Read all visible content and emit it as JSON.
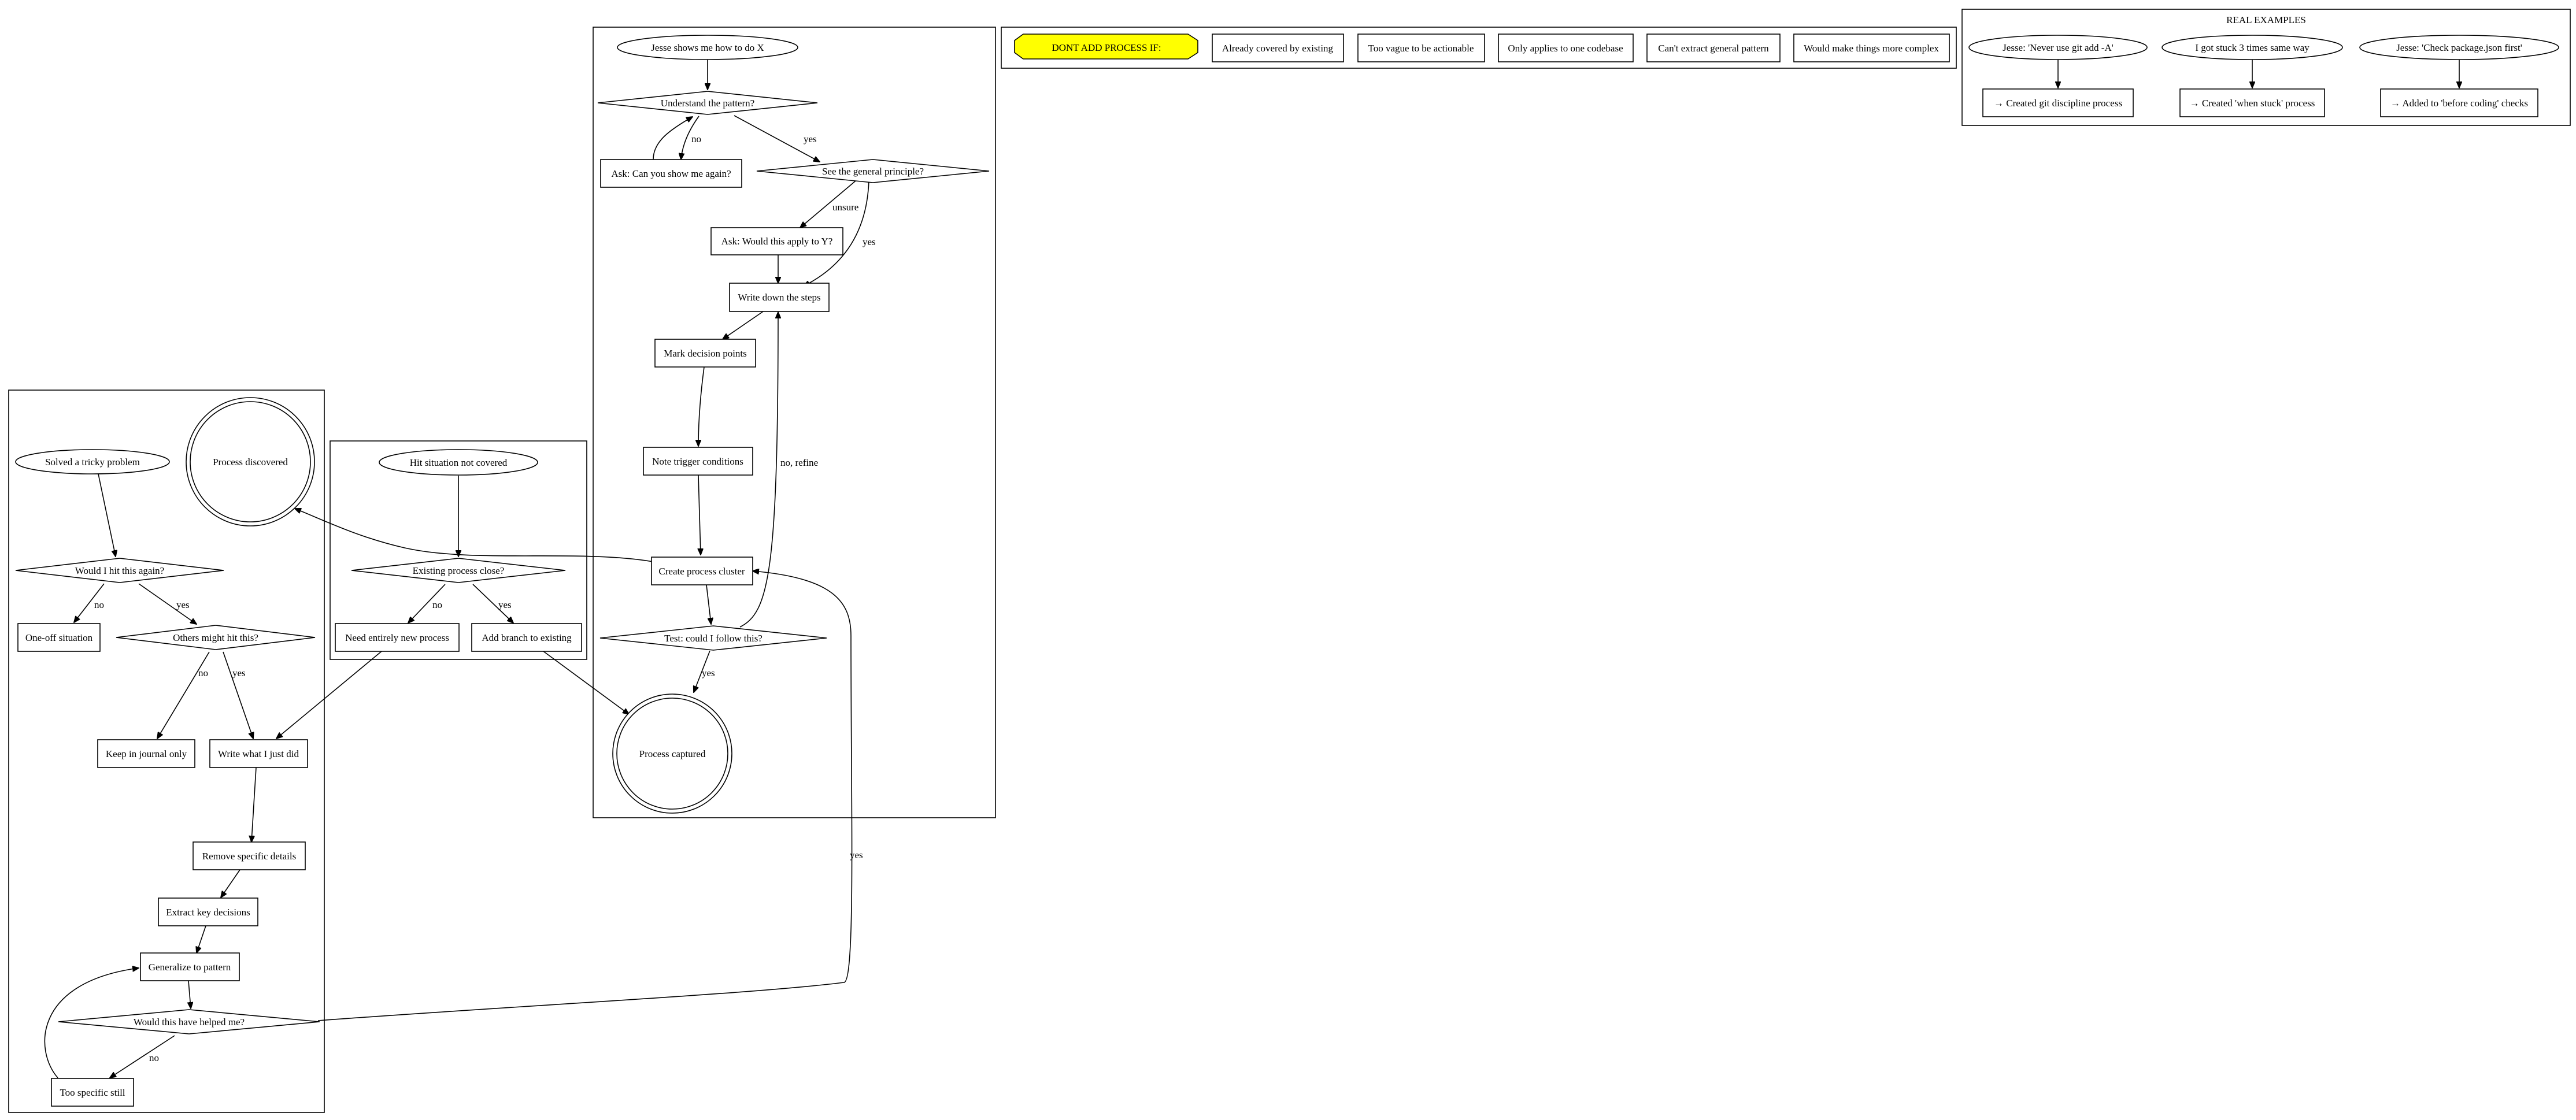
{
  "flows": {
    "discovery": {
      "solved": "Solved a tricky problem",
      "discovered": "Process discovered",
      "hit_again": "Would I hit this again?",
      "one_off": "One-off situation",
      "others": "Others might hit this?",
      "journal": "Keep in journal only",
      "write_did": "Write what I just did",
      "remove": "Remove specific details",
      "extract": "Extract key decisions",
      "generalize": "Generalize to pattern",
      "helped": "Would this have helped me?",
      "too_specific": "Too specific still"
    },
    "gap": {
      "hit_not_covered": "Hit situation not covered",
      "existing_close": "Existing process close?",
      "new_process": "Need entirely new process",
      "add_branch": "Add branch to existing"
    },
    "learning": {
      "jesse_shows": "Jesse shows me how to do X",
      "understand": "Understand the pattern?",
      "ask_show": "Ask: Can you show me again?",
      "general_principle": "See the general principle?",
      "ask_apply": "Ask: Would this apply to Y?",
      "write_steps": "Write down the steps",
      "mark_decision": "Mark decision points",
      "note_trigger": "Note trigger conditions",
      "create_cluster": "Create process cluster",
      "test_follow": "Test: could I follow this?",
      "captured": "Process captured"
    },
    "dont_add": {
      "title": "DONT ADD PROCESS IF:",
      "items": [
        "Already covered by existing",
        "Too vague to be actionable",
        "Only applies to one codebase",
        "Can't extract general pattern",
        "Would make things more complex"
      ]
    },
    "examples": {
      "title": "REAL EXAMPLES",
      "quotes": [
        "Jesse: 'Never use git add -A'",
        "I got stuck 3 times same way",
        "Jesse: 'Check package.json first'"
      ],
      "results": [
        "→ Created git discipline process",
        "→ Created 'when stuck' process",
        "→ Added to 'before coding' checks"
      ]
    }
  },
  "edge_labels": {
    "no": "no",
    "yes": "yes",
    "unsure": "unsure",
    "no_refine": "no, refine"
  },
  "colors": {
    "highlight_fill": "#ffff00",
    "stroke": "#000000",
    "background": "#ffffff"
  }
}
